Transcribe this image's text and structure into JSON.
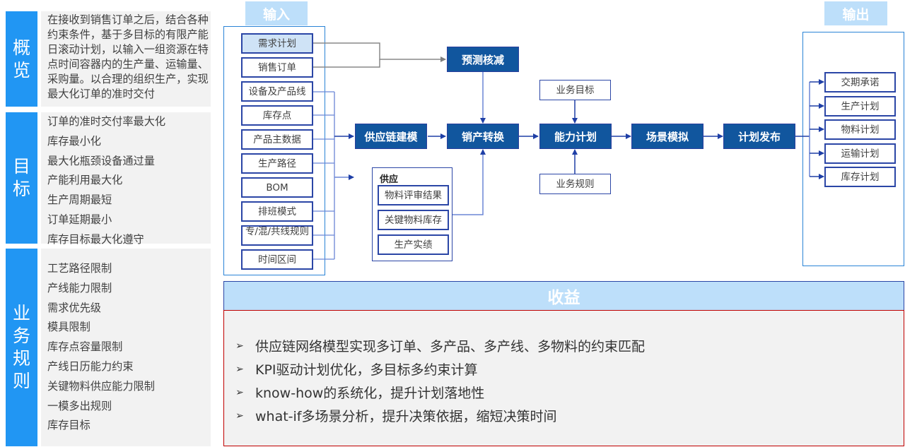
{
  "left_panels": {
    "overview": {
      "tag": "概览",
      "text": "在接收到销售订单之后，结合各种约束条件，基于多目标的有限产能日滚动计划，以输入一组资源在特点时间容器内的生产量、运输量、采购量。以合理的组织生产，实现最大化订单的准时交付"
    },
    "goals": {
      "tag": "目标",
      "items": [
        "订单的准时交付率最大化",
        "库存最小化",
        "最大化瓶颈设备通过量",
        "产能利用最大化",
        "生产周期最短",
        "订单延期最小",
        "库存目标最大化遵守"
      ]
    },
    "rules": {
      "tag": "业务规则",
      "items": [
        "工艺路径限制",
        "产线能力限制",
        "需求优先级",
        "模具限制",
        "库存点容量限制",
        "产线日历能力约束",
        "关键物料供应能力限制",
        "一模多出规则",
        "库存目标"
      ]
    }
  },
  "diagram": {
    "input_header": "输入",
    "output_header": "输出",
    "inputs": [
      "需求计划",
      "销售订单",
      "设备及产品线",
      "库存点",
      "产品主数据",
      "生产路径",
      "BOM",
      "排班模式",
      "专/混/共线规则",
      "时间区间"
    ],
    "supply": {
      "title": "供应",
      "items": [
        "物料评审结果",
        "关键物料库存",
        "生产实绩"
      ]
    },
    "processes": {
      "forecast": "预测核减",
      "modeling": "供应链建模",
      "conversion": "销产转换",
      "capacity": "能力计划",
      "scenario": "场景模拟",
      "publish": "计划发布"
    },
    "business_goal": "业务目标",
    "business_rule": "业务规则",
    "outputs": [
      "交期承诺",
      "生产计划",
      "物料计划",
      "运输计划",
      "库存计划"
    ]
  },
  "benefits": {
    "title": "收益",
    "items": [
      "供应链网络模型实现多订单、多产品、多产线、多物料的约束匹配",
      "KPI驱动计划优化，多目标多约束计算",
      "know-how的系统化，提升计划落地性",
      "what-if多场景分析，提升决策依据，缩短决策时间"
    ]
  }
}
